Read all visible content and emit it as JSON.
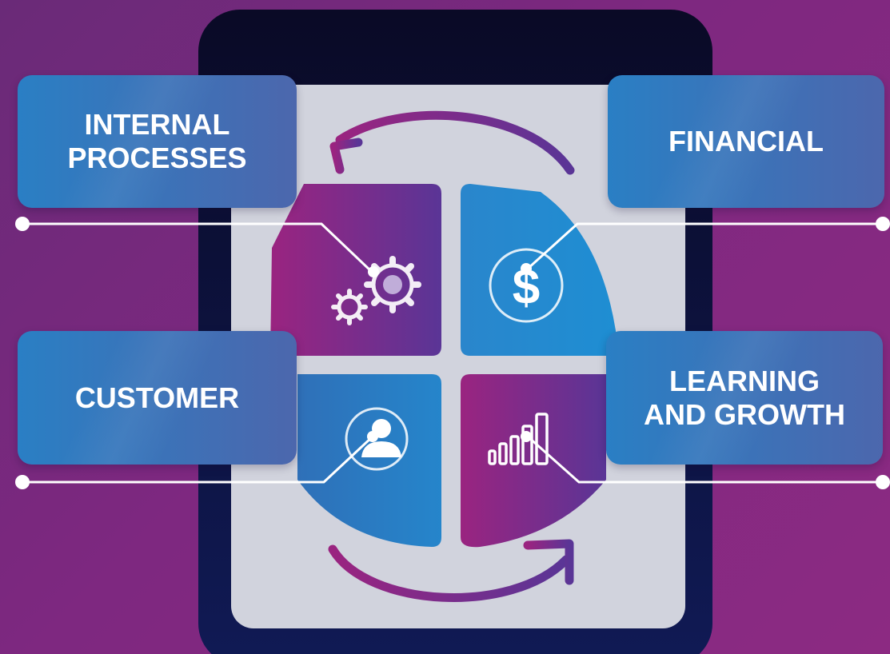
{
  "quadrants": {
    "internal_processes": {
      "label": "INTERNAL\nPROCESSES",
      "icon": "gears-icon"
    },
    "financial": {
      "label": "FINANCIAL",
      "icon": "dollar-icon"
    },
    "customer": {
      "label": "CUSTOMER",
      "icon": "user-icon"
    },
    "learning_growth": {
      "label": "LEARNING\nAND GROWTH",
      "icon": "bar-chart-icon"
    }
  },
  "colors": {
    "background": "#7a2a7e",
    "tablet_frame": "#0c0e2e",
    "tablet_screen": "#d1d3dd",
    "blue_segment": "#2288cc",
    "purple_segment": "#92277d",
    "card": "#3a74bc",
    "cycle_arrow": "#7a2a88"
  }
}
